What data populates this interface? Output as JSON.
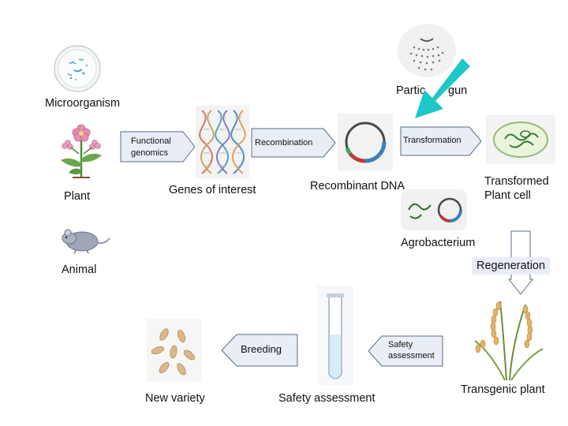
{
  "sources": {
    "microorganism": "Microorganism",
    "plant": "Plant",
    "animal": "Animal"
  },
  "steps": {
    "functional_genomics": "Functional genomics",
    "functional_genomics_l1": "Functional",
    "functional_genomics_l2": "genomics",
    "recombination": "Recombination",
    "transformation": "Transformation",
    "regeneration": "Regeneration",
    "safety_assessment_l1": "Safety",
    "safety_assessment_l2": "assessment",
    "breeding": "Breeding"
  },
  "nodes": {
    "genes_of_interest": "Genes of interest",
    "recombinant_dna": "Recombinant DNA",
    "particle_gun_part1": "Partic",
    "particle_gun_part2": "gun",
    "transformed_plant_cell_l1": "Transformed",
    "transformed_plant_cell_l2": "Plant cell",
    "agrobacterium": "Agrobacterium",
    "transgenic_plant": "Transgenic plant",
    "safety_assessment": "Safety assessment",
    "new_variety": "New variety"
  },
  "colors": {
    "arrow_fill": "#e9eef6",
    "arrow_stroke": "#5a6b84",
    "particle_arrow": "#1ec8c8"
  },
  "icons": [
    "petri-dish-icon",
    "flower-icon",
    "rat-icon",
    "dna-helix-icon",
    "plasmid-icon",
    "particle-gun-icon",
    "plant-cell-icon",
    "agrobacterium-icon",
    "rice-plant-icon",
    "test-tube-icon",
    "seeds-icon"
  ]
}
